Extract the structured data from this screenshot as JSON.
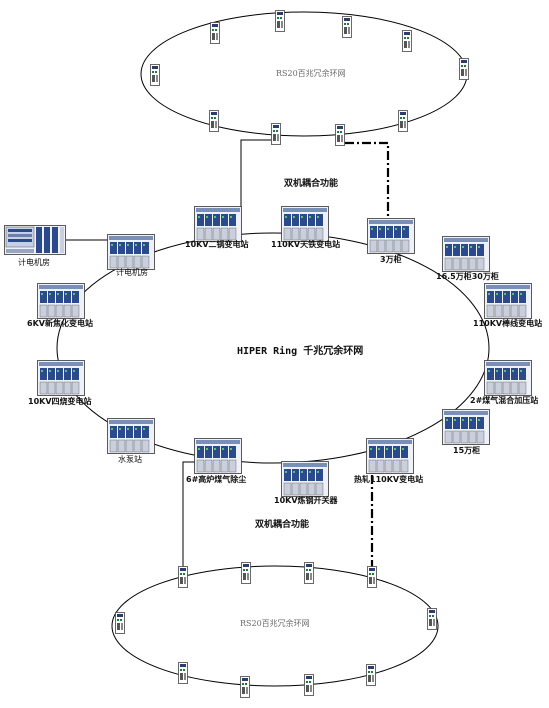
{
  "diagram": {
    "upper_ring": {
      "title": "RS20百兆冗余环网"
    },
    "lower_ring": {
      "title": "RS20百兆冗余环网"
    },
    "main_ring": {
      "title": "HIPER Ring 千兆冗余环网"
    },
    "coupling_upper": "双机耦合功能",
    "coupling_lower": "双机耦合功能",
    "stations": [
      {
        "id": "jidian_pc",
        "label": "计电机房"
      },
      {
        "id": "jidian",
        "label": "计电机房"
      },
      {
        "id": "erguo",
        "label": "10KV二锅变电站"
      },
      {
        "id": "tiantie",
        "label": "110KV天铁变电站"
      },
      {
        "id": "sanwan",
        "label": "3万柜"
      },
      {
        "id": "shiliuwan",
        "label": "16.5万柜30万柜"
      },
      {
        "id": "bangxian",
        "label": "110KV棒线变电站"
      },
      {
        "id": "meiqi",
        "label": "2#煤气混合加压站"
      },
      {
        "id": "shiwuwan",
        "label": "15万柜"
      },
      {
        "id": "rezhu",
        "label": "热轧110KV变电站"
      },
      {
        "id": "liangang",
        "label": "10KV炼钢开关器"
      },
      {
        "id": "gaolu",
        "label": "6#高炉煤气除尘"
      },
      {
        "id": "shuibeng",
        "label": "水泵站"
      },
      {
        "id": "sishao",
        "label": "10KV四烧变电站"
      },
      {
        "id": "xinjiaohua",
        "label": "6KV新焦化变电站"
      }
    ]
  }
}
